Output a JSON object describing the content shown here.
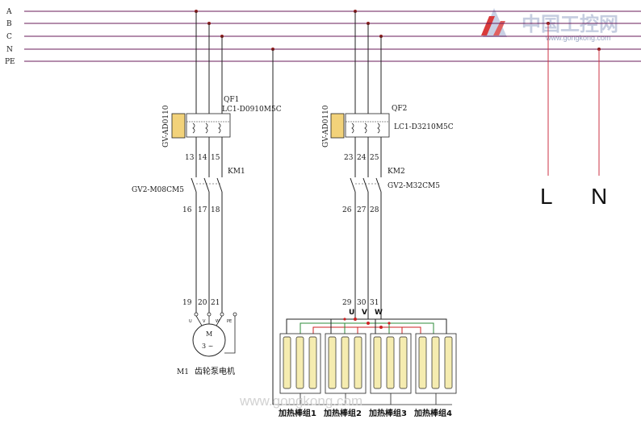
{
  "buses": [
    "A",
    "B",
    "C",
    "N",
    "PE"
  ],
  "watermark": {
    "logo_text": "中国工控网",
    "logo_url": "www.gongkong.com",
    "bottom_url": "www.gongkong.com"
  },
  "circuit1": {
    "relay_label": "GV-AD0110",
    "breaker_label": "QF1",
    "breaker_model": "LC1-D0910M5C",
    "top_terminals": [
      "13",
      "14",
      "15"
    ],
    "contactor_label": "KM1",
    "contactor_model": "GV2-M08CM5",
    "mid_terminals": [
      "16",
      "17",
      "18"
    ],
    "bottom_terminals": [
      "19",
      "20",
      "21"
    ],
    "motor_terms": [
      "U",
      "V",
      "W",
      "PE"
    ],
    "motor_symbol": "M",
    "motor_phase": "3 ~",
    "motor_id": "M1",
    "motor_name": "齿轮泵电机"
  },
  "circuit2": {
    "relay_label": "GV-AD0110",
    "breaker_label": "QF2",
    "breaker_model": "LC1-D3210M5C",
    "top_terminals": [
      "23",
      "24",
      "25"
    ],
    "contactor_label": "KM2",
    "contactor_model": "GV2-M32CM5",
    "mid_terminals": [
      "26",
      "27",
      "28"
    ],
    "bottom_terminals": [
      "29",
      "30",
      "31"
    ],
    "phases": [
      "U",
      "V",
      "W"
    ],
    "heater_groups": [
      "加热棒组1",
      "加热棒组2",
      "加热棒组3",
      "加热棒组4"
    ]
  },
  "supply": {
    "L": "L",
    "N": "N"
  },
  "colors": {
    "bus_line": "#6a1b5a",
    "tap_line": "#cc3344",
    "wire": "#222222",
    "wire_green": "#2e8b3a",
    "wire_red": "#cc2222",
    "relay_fill": "#f2d27a",
    "heater_fill": "#f5ecb0"
  }
}
